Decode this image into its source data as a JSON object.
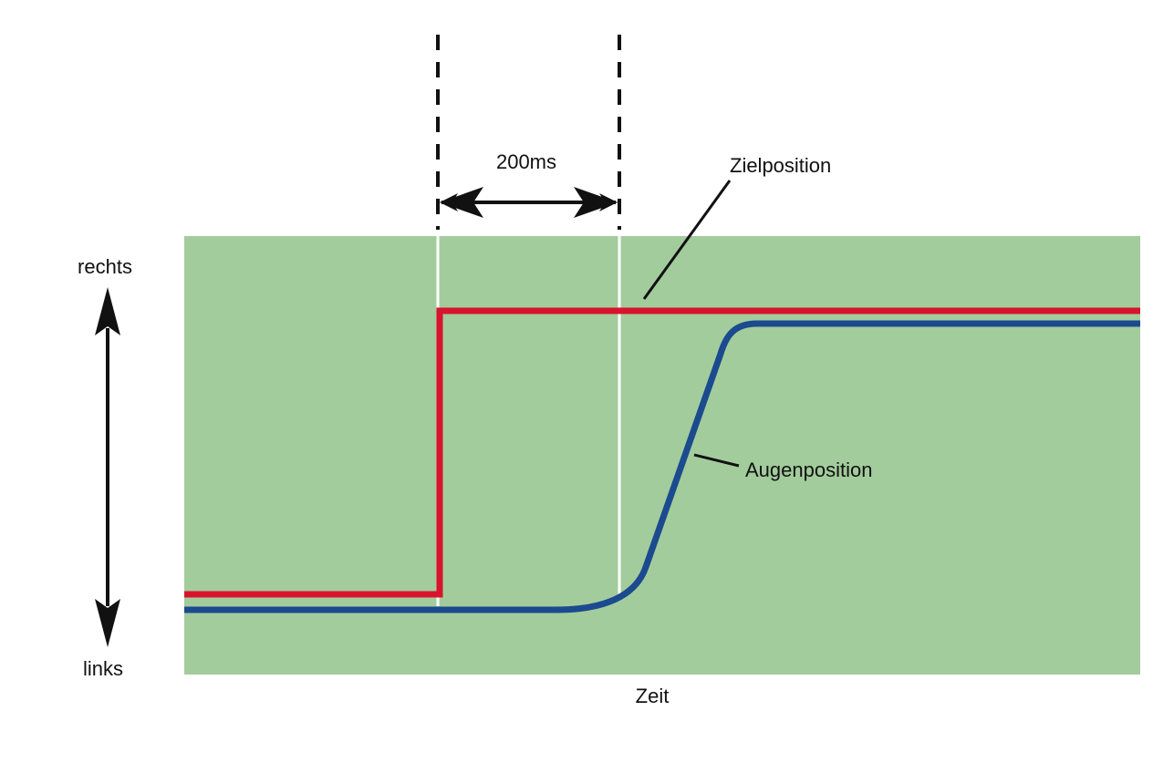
{
  "labels": {
    "interval": "200ms",
    "target": "Zielposition",
    "eye": "Augenposition",
    "axis_top": "rechts",
    "axis_bottom": "links",
    "axis_x": "Zeit"
  },
  "colors": {
    "panel": "#a3cc9c",
    "target_line": "#d9132d",
    "eye_line": "#1b4a8f",
    "ink": "#111111",
    "marker": "#ffffff"
  }
}
